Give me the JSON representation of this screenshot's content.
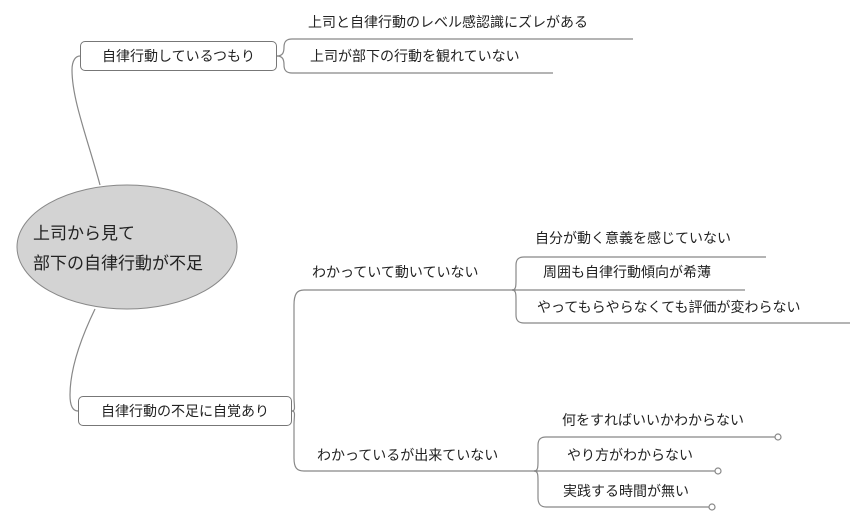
{
  "central": {
    "line1": "上司から見て",
    "line2": "部下の自律行動が不足",
    "fill": "#d3d3d3"
  },
  "branches": [
    {
      "label": "自律行動しているつもり",
      "children": [
        "上司と自律行動のレベル感認識にズレがある",
        "上司が部下の行動を観れていない"
      ]
    },
    {
      "label": "自律行動の不足に自覚あり",
      "children": [
        {
          "label": "わかっていて動いていない",
          "children": [
            "自分が動く意義を感じていない",
            "周囲も自律行動傾向が希薄",
            "やってもらやらなくても評価が変わらない"
          ]
        },
        {
          "label": "わかっているが出来ていない",
          "children": [
            "何をすればいいかわからない",
            "やり方がわからない",
            "実践する時間が無い"
          ]
        }
      ]
    }
  ]
}
